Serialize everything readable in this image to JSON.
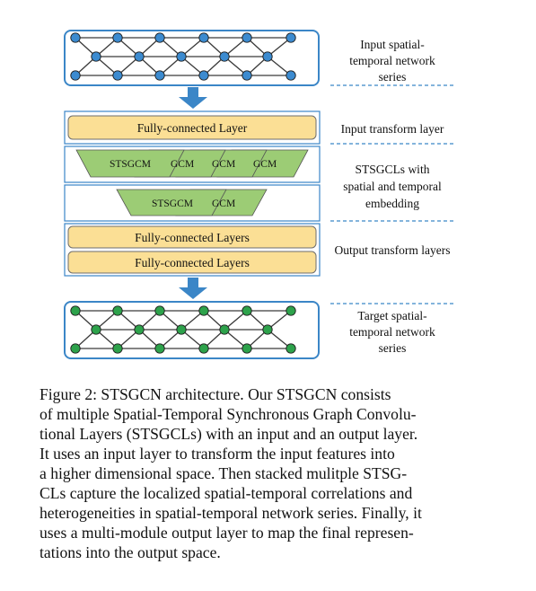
{
  "colors": {
    "graph_frame": "#3b86c7",
    "input_node": "#3c8bd0",
    "target_node": "#2da24b",
    "arrow": "#3b86c7",
    "fc_fill": "#fbdf95",
    "gcm_fill": "#9ccc75",
    "dash": "#3b86c7"
  },
  "labels": {
    "input_series": [
      "Input spatial-",
      "temporal network",
      "series"
    ],
    "input_transform": "Input transform layer",
    "stsgcls": [
      "STSGCLs with",
      "spatial and temporal",
      "embedding"
    ],
    "output_transform": "Output transform layers",
    "target_series": [
      "Target spatial-",
      "temporal network",
      "series"
    ]
  },
  "blocks": {
    "fc_input": "Fully-connected Layer",
    "fc_output_1": "Fully-connected Layers",
    "fc_output_2": "Fully-connected Layers",
    "gcm_row1": [
      "STSGCM",
      "GCM",
      "GCM",
      "GCM"
    ],
    "gcm_row2": [
      "STSGCM",
      "GCM"
    ]
  },
  "caption": {
    "lines": [
      "Figure 2: STSGCN architecture. Our STSGCN consists",
      "of multiple Spatial-Temporal Synchronous Graph Convolu-",
      "tional Layers (STSGCLs) with an input and an output layer.",
      "It uses an input layer to transform the input features into",
      "a higher dimensional space. Then stacked mulitple STSG-",
      "CLs capture the localized spatial-temporal correlations and",
      "heterogeneities in spatial-temporal network series. Finally, it",
      "uses a multi-module output layer to map the final represen-",
      "tations into the output space."
    ]
  }
}
